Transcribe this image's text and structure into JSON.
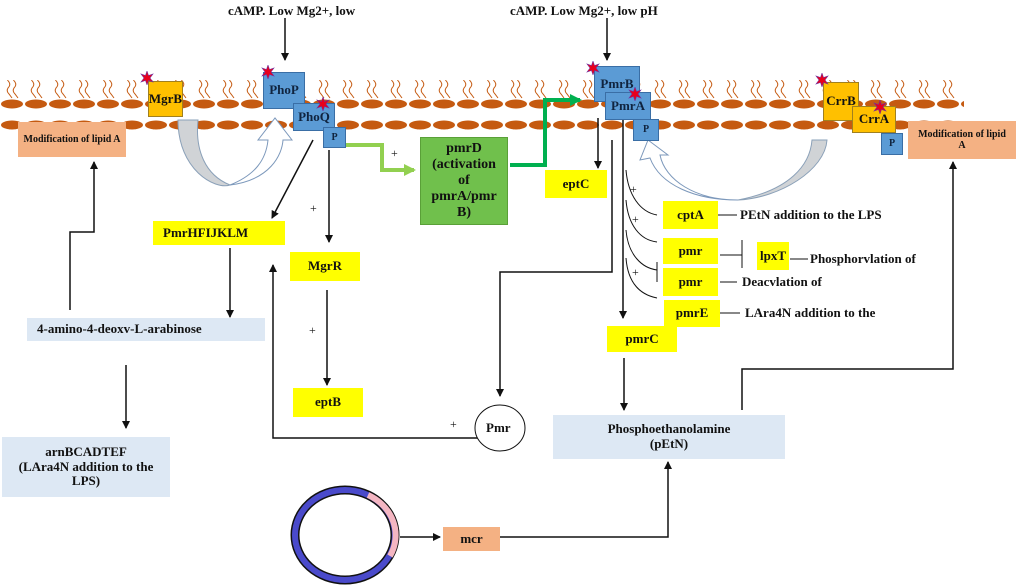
{
  "signals": {
    "left": "cAMP. Low Mg2+, low",
    "right": "cAMP. Low Mg2+, low pH"
  },
  "membrane_proteins": {
    "mgrb": "MgrB",
    "phop": "PhoP",
    "phoq": "PhoQ",
    "phoq_p": "P",
    "pmrb": "PmrB",
    "pmra": "PmrA",
    "pmra_p": "P",
    "crrb": "CrrB",
    "crra": "CrrA",
    "crra_p": "P"
  },
  "outcomes": {
    "lipid_a_left": "Modification of lipid A",
    "lipid_a_right": "Modification of lipid A"
  },
  "genes": {
    "pmrd_lines": [
      "pmrD",
      "(activation",
      "of",
      "pmrA/pmr",
      "B)"
    ],
    "eptc": "eptC",
    "pmrhfijklm": "PmrHFIJKLM",
    "mgrr": "MgrR",
    "eptb": "eptB",
    "cpta": "cptA",
    "pmr1": "pmr",
    "pmr2": "pmr",
    "pmre": "pmrE",
    "pmrc": "pmrC",
    "lpxt": "lpxT",
    "mcr": "mcr",
    "pmr_circle": "Pmr"
  },
  "products": {
    "arabinose": "4-amino-4-deoxv-L-arabinose",
    "arn_lines": [
      "arnBCADTEF",
      "(LAra4N addition to the",
      "LPS)"
    ],
    "petn_lines": [
      "Phosphoethanolamine",
      "(pEtN)"
    ]
  },
  "effects": {
    "cpta": "PEtN addition to the LPS",
    "lpxt": "Phosphorvlation of",
    "pmr2": "Deacvlation of",
    "pmre": "LAra4N addition to the"
  },
  "signs": {
    "plus": "+"
  },
  "colors": {
    "membrane": "#c55a11",
    "protein_blue": "#5b9bd5",
    "protein_orange": "#ffc000",
    "gene_yellow": "#ffff00",
    "pmrd_green": "#70c04c",
    "activation_green": "#00b050",
    "light_green": "#92d050",
    "lipid_peach": "#f4b183",
    "product_blue": "#dde8f4",
    "plasmid_blue": "#4a4acb",
    "plasmid_pink": "#f4b6c2",
    "phospho_star": "#e8001c"
  }
}
